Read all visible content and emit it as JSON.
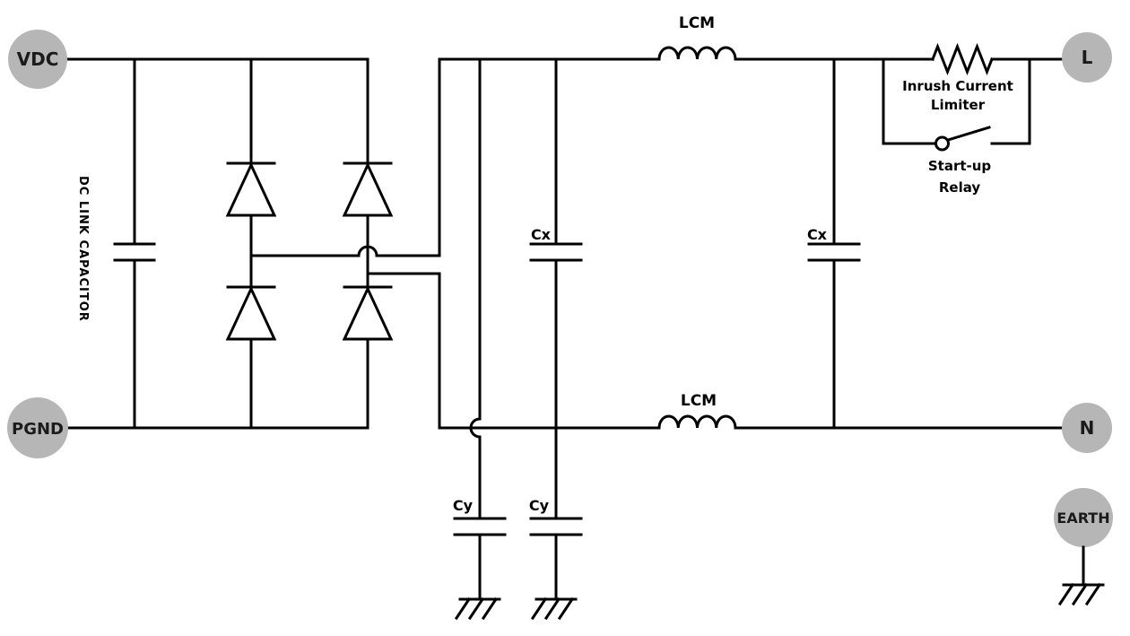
{
  "diagram": {
    "type": "circuit-schematic",
    "terminals": {
      "vdc": "VDC",
      "pgnd": "PGND",
      "line": "L",
      "neutral": "N",
      "earth": "EARTH"
    },
    "components": {
      "dc_link_capacitor": "DC LINK CAPACITOR",
      "lcm_top": "LCM",
      "lcm_bottom": "LCM",
      "cx_left": "Cx",
      "cx_right": "Cx",
      "cy_left": "Cy",
      "cy_right": "Cy",
      "inrush_limiter_line1": "Inrush Current",
      "inrush_limiter_line2": "Limiter",
      "startup_relay_line1": "Start-up",
      "startup_relay_line2": "Relay"
    },
    "colors": {
      "wire": "#000000",
      "terminal_fill": "#b6b6b6",
      "terminal_text": "#1b1b1b",
      "background": "#ffffff"
    }
  }
}
